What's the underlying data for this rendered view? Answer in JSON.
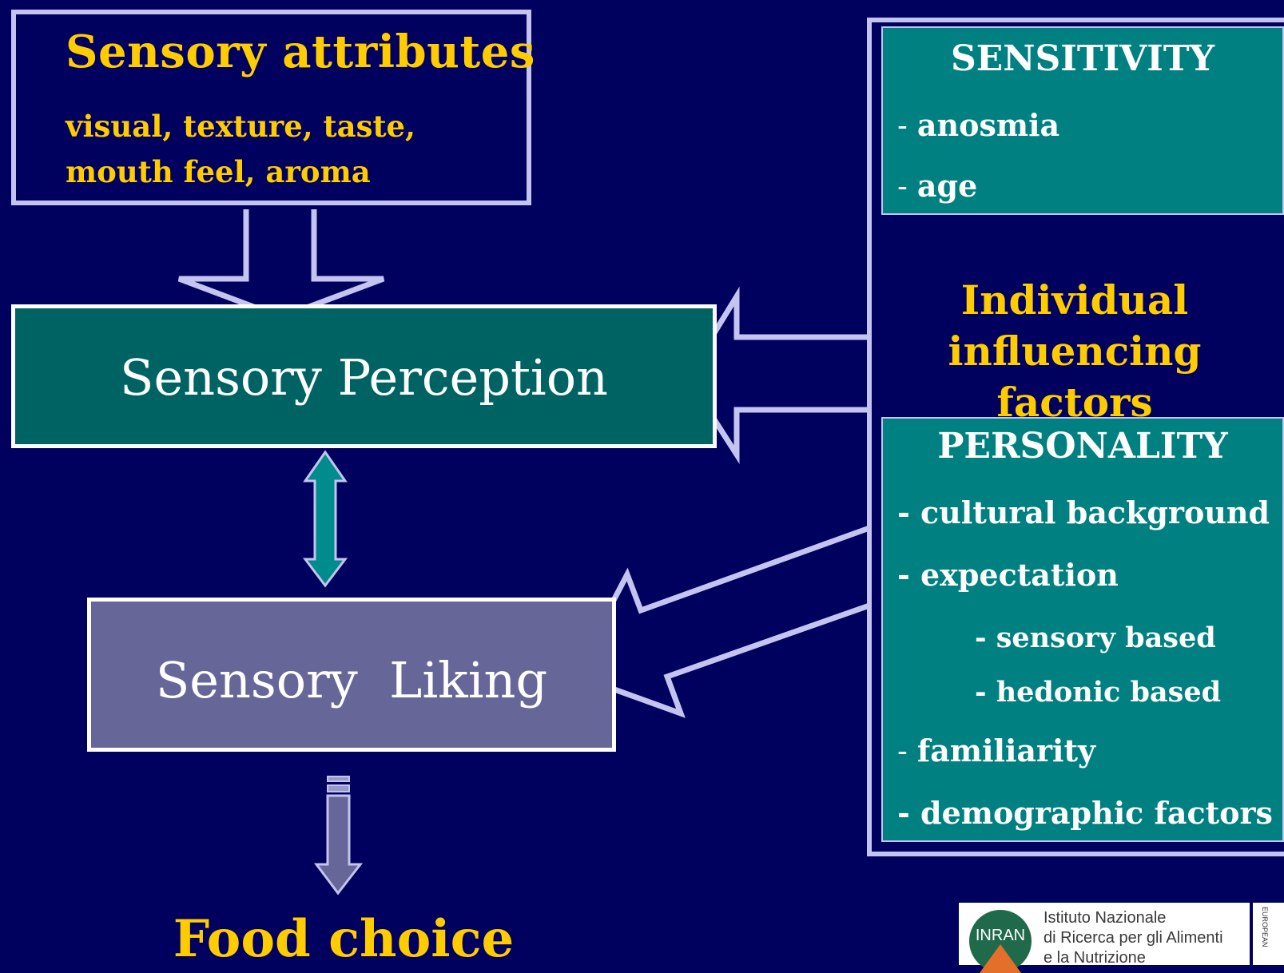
{
  "sensory_attributes": {
    "title": "Sensory attributes",
    "description": "visual, texture, taste, mouth feel, aroma"
  },
  "sensory_perception": {
    "label": "Sensory Perception"
  },
  "sensory_liking": {
    "label": "Sensory  Liking"
  },
  "food_choice": {
    "label": "Food choice"
  },
  "individual_factors": {
    "label": "Individual influencing factors"
  },
  "sensitivity": {
    "title": "SENSITIVITY",
    "items": [
      "anosmia",
      "age"
    ]
  },
  "personality": {
    "title": "PERSONALITY",
    "items": [
      "- cultural background",
      "- expectation",
      "- sensory based",
      "- hedonic based",
      "familiarity",
      "- demographic factors"
    ]
  },
  "logo": {
    "abbr": "INRAN",
    "lines": [
      "Istituto Nazionale",
      "di Ricerca per gli Alimenti",
      "e la Nutrizione"
    ],
    "side_text": "EUROPEAN"
  },
  "colors": {
    "background": "#00005e",
    "accent_text": "#ffcc00",
    "perception_fill": "#006363",
    "liking_fill": "#666699",
    "factor_box_fill": "#008080",
    "arrow_outline": "#c4c4f0"
  }
}
